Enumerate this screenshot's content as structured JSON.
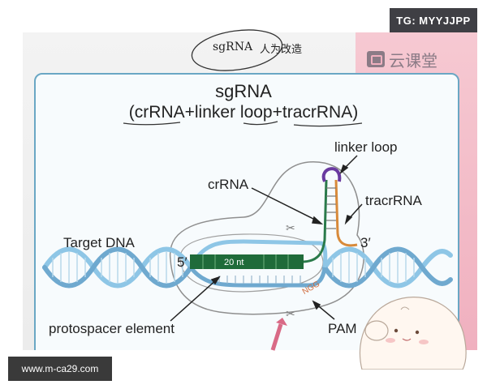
{
  "watermark": {
    "tg": "TG: MYYJJPP",
    "url": "www.m-ca29.com"
  },
  "logo": {
    "text": "云课堂",
    "icon": "cloud-class-logo-icon"
  },
  "handwritten_note": {
    "term": "sgRNA",
    "text": "人为改造"
  },
  "title": {
    "line1": "sgRNA",
    "line2": "(crRNA+linker loop+tracrRNA)"
  },
  "labels": {
    "linker_loop": "linker loop",
    "crRNA": "crRNA",
    "tracrRNA": "tracrRNA",
    "three_prime": "3′",
    "five_prime": "5′",
    "target_dna": "Target DNA",
    "nt": "20 nt",
    "ngg": "NGG",
    "protospacer": "protospacer element",
    "pam": "PAM"
  },
  "colors": {
    "slide_border": "#6aa7c4",
    "dna_strand": "#8ec6e6",
    "dna_strand_dark": "#6fa9cf",
    "protospacer_bar": "#1f6b3a",
    "crRNA": "#2a7a4a",
    "tracrRNA": "#d88a3a",
    "linker_loop": "#6a3aa0",
    "pink_band": "#f0b0bf"
  }
}
